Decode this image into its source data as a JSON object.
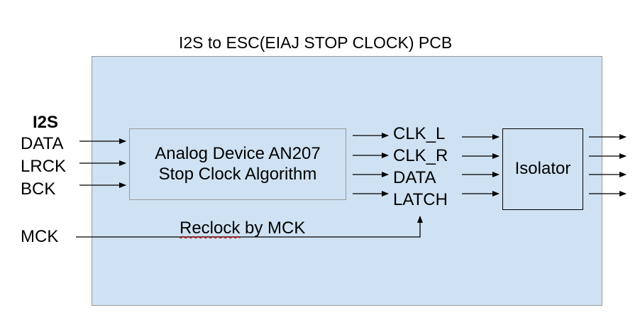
{
  "title": "I2S to ESC(EIAJ STOP CLOCK) PCB",
  "inputs": {
    "group_label": "I2S",
    "data": "DATA",
    "lrck": "LRCK",
    "bck": "BCK",
    "mck": "MCK"
  },
  "algorithm_block": {
    "line1": "Analog Device AN207",
    "line2": "Stop Clock Algorithm"
  },
  "signals": {
    "clk_l": "CLK_L",
    "clk_r": "CLK_R",
    "data": "DATA",
    "latch": "LATCH"
  },
  "isolator_block": {
    "label": "Isolator"
  },
  "reclock": {
    "label_part1": "Reclock",
    "label_part2": " by MCK"
  },
  "colors": {
    "pcb_fill": "#cfe2f3",
    "pcb_border": "#999999",
    "wire": "#000000",
    "spellcheck_underline": "#cc0000"
  }
}
